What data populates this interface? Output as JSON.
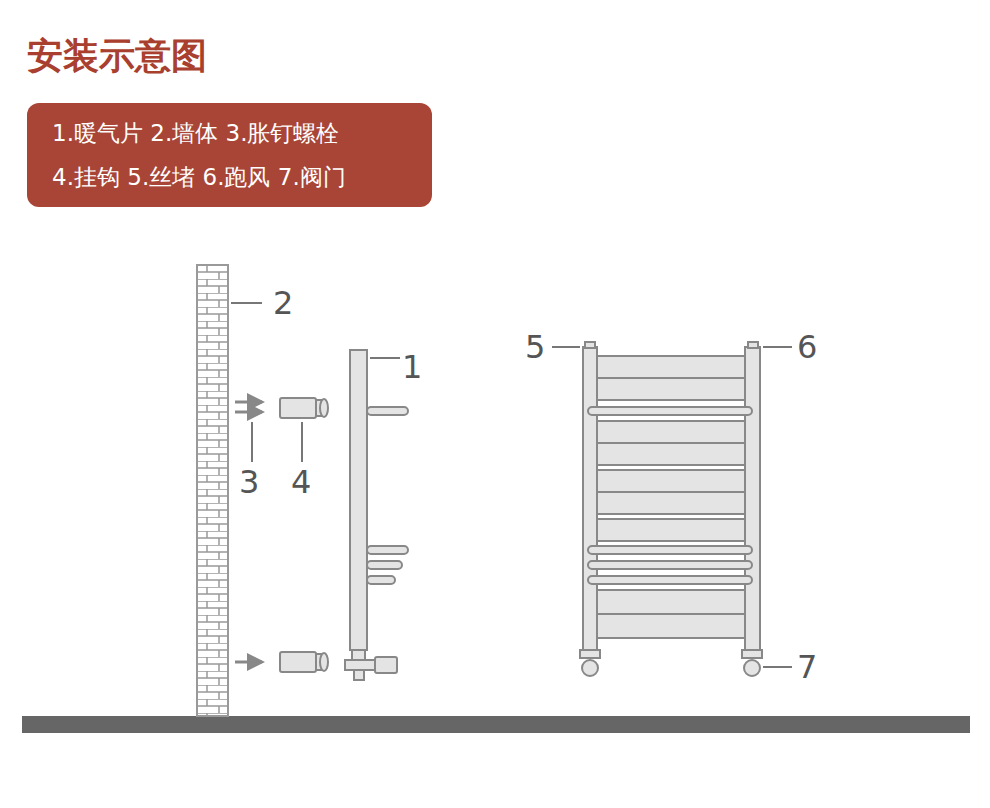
{
  "diagram": {
    "title": "安装示意图",
    "nodes": [
      {
        "text": [
          "1.暖气片 2.墙体 3.胀钉螺栓",
          "4.挂钩 5.丝堵 6.跑风 7.阀门"
        ]
      }
    ],
    "labels": [
      "2",
      "1",
      "3",
      "4",
      "5",
      "6",
      "7"
    ]
  }
}
